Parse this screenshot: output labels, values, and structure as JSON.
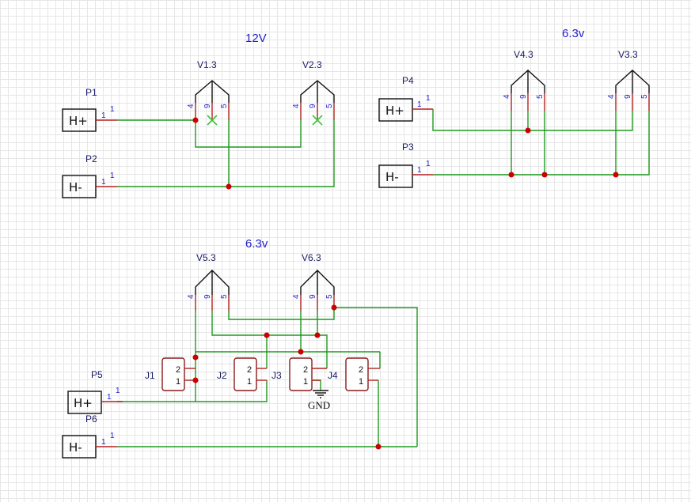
{
  "titles": {
    "top_left": "12V",
    "top_right": "6.3v",
    "bottom": "6.3v"
  },
  "valves": {
    "v1": "V1.3",
    "v2": "V2.3",
    "v3": "V3.3",
    "v4": "V4.3",
    "v5": "V5.3",
    "v6": "V6.3"
  },
  "valve_pins": {
    "a": "4",
    "b": "9",
    "c": "5"
  },
  "connectors": {
    "p1": {
      "ref": "P1",
      "label": "H+",
      "pin": "1"
    },
    "p2": {
      "ref": "P2",
      "label": "H-",
      "pin": "1"
    },
    "p3": {
      "ref": "P3",
      "label": "H-",
      "pin": "1"
    },
    "p4": {
      "ref": "P4",
      "label": "H+",
      "pin": "1"
    },
    "p5": {
      "ref": "P5",
      "label": "H+",
      "pin": "1"
    },
    "p6": {
      "ref": "P6",
      "label": "H-",
      "pin": "1"
    }
  },
  "jumpers": {
    "j1": {
      "ref": "J1",
      "pin_top": "2",
      "pin_bottom": "1"
    },
    "j2": {
      "ref": "J2",
      "pin_top": "2",
      "pin_bottom": "1"
    },
    "j3": {
      "ref": "J3",
      "pin_top": "2",
      "pin_bottom": "1"
    },
    "j4": {
      "ref": "J4",
      "pin_top": "2",
      "pin_bottom": "1"
    }
  },
  "ground_label": "GND",
  "colors": {
    "wire": "#1f9a1f",
    "pin": "#b22222",
    "junction": "#cc0000",
    "text": "#2222cc"
  }
}
